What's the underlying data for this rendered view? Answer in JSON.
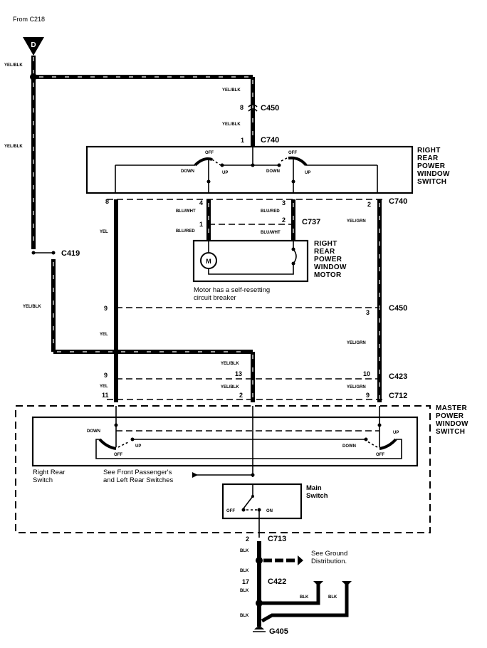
{
  "diagram": {
    "title": "Right Rear Power Window Circuit",
    "source_label": "From C218",
    "source_terminal": "D",
    "wires": {
      "yel_blk": "YEL/BLK",
      "yel": "YEL",
      "yel_grn": "YEL/GRN",
      "blu_wht": "BLU/WHT",
      "blu_red": "BLU/RED",
      "blk": "BLK"
    },
    "connectors": {
      "c450": "C450",
      "c740": "C740",
      "c737": "C737",
      "c419": "C419",
      "c423": "C423",
      "c712": "C712",
      "c713": "C713",
      "c422": "C422",
      "g405": "G405"
    },
    "pins": {
      "c450_top": "8",
      "c740_top": "1",
      "c740_left": "8",
      "c740_mid": "4",
      "c740_mid2": "3",
      "c740_right": "2",
      "c737_left": "1",
      "c737_right": "2",
      "c450_left": "9",
      "c450_right": "3",
      "c423_left": "9",
      "c423_mid": "13",
      "c423_right": "10",
      "c712_left": "11",
      "c712_mid": "2",
      "c712_right": "9",
      "c713": "2",
      "c422": "17"
    },
    "components": {
      "rr_switch": [
        "RIGHT",
        "REAR",
        "POWER",
        "WINDOW",
        "SWITCH"
      ],
      "rr_motor": [
        "RIGHT",
        "REAR",
        "POWER",
        "WINDOW",
        "MOTOR"
      ],
      "master_switch": [
        "MASTER",
        "POWER",
        "WINDOW",
        "SWITCH"
      ],
      "motor_symbol": "M",
      "main_switch": [
        "Main",
        "Switch"
      ]
    },
    "switch_positions": {
      "off": "OFF",
      "up": "UP",
      "down": "DOWN",
      "on": "ON"
    },
    "notes": {
      "motor_breaker": [
        "Motor has a self-resetting",
        "circuit breaker"
      ],
      "right_rear_switch": [
        "Right Rear",
        "Switch"
      ],
      "see_front": [
        "See Front Passenger's",
        "and Left Rear Switches"
      ],
      "see_ground": [
        "See Ground",
        "Distribution."
      ]
    }
  }
}
